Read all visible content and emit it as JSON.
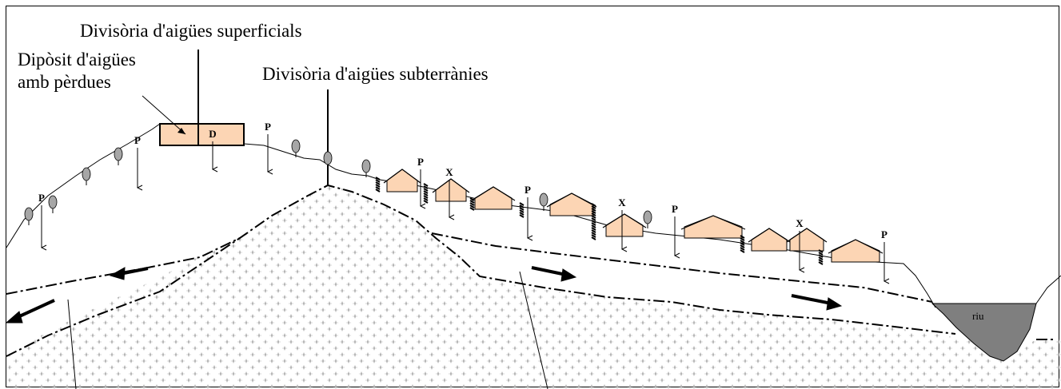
{
  "labels": {
    "surface_divide": "Divisòria d'aigües superficials",
    "deposit_line1": "Dipòsit d'aigües",
    "deposit_line2": "amb pèrdues",
    "groundwater_divide": "Divisòria d'aigües subterrànies",
    "deposit_marker": "D",
    "river": "riu"
  },
  "markers": {
    "precipitation": "P",
    "extraction": "X"
  },
  "colors": {
    "house_fill": "#fcd5b4",
    "deposit_fill": "#fcd5b4",
    "river_fill": "#7f7f7f",
    "tree_fill": "#a6a6a6",
    "aquifer_dot": "#b3b3b3",
    "line": "#000000"
  }
}
